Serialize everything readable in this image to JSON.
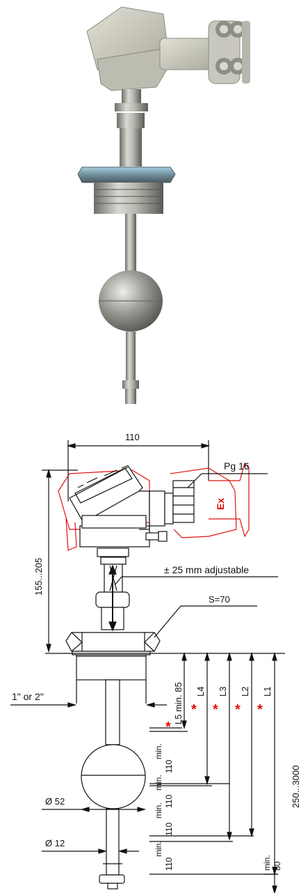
{
  "diagram": {
    "overall_width": "110",
    "cable_gland": "Pg 16",
    "ex_mark": "Ex",
    "height_range": "155...205",
    "adjustable": "± 25 mm adjustable",
    "hex_size": "S=70",
    "thread": "1\" or 2\"",
    "float_diameter": "Ø 52",
    "rod_diameter": "Ø 12",
    "length_labels": [
      "L5 min. 85",
      "L4",
      "L3",
      "L2",
      "L1"
    ],
    "asterisk": "*",
    "spacing_min_label": "min.",
    "spacing_value": "110",
    "bottom_min_label": "min.",
    "bottom_min_value": "80",
    "total_length": "250...3000"
  },
  "colors": {
    "ex_housing_outline": "#e01010",
    "asterisk": "#e01010",
    "line": "#111111"
  }
}
